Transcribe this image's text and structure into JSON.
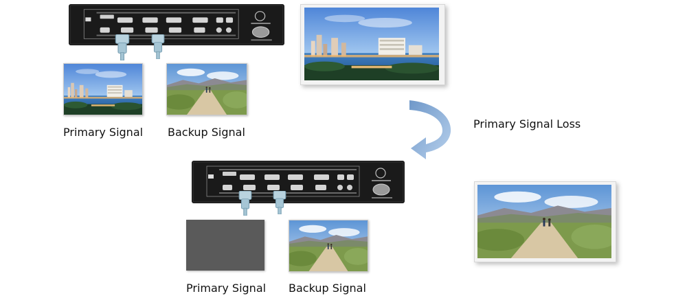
{
  "top_panel": {
    "primary_label": "Primary Signal",
    "backup_label": "Backup Signal"
  },
  "transition": {
    "label": "Primary Signal Loss"
  },
  "bottom_panel": {
    "primary_label": "Primary Signal",
    "backup_label": "Backup Signal"
  },
  "colors": {
    "device_body": "#1a1a1a",
    "arrow": "#8fb3d9",
    "dead_signal": "#5a5a5a",
    "connector": "#9fc3d4"
  }
}
